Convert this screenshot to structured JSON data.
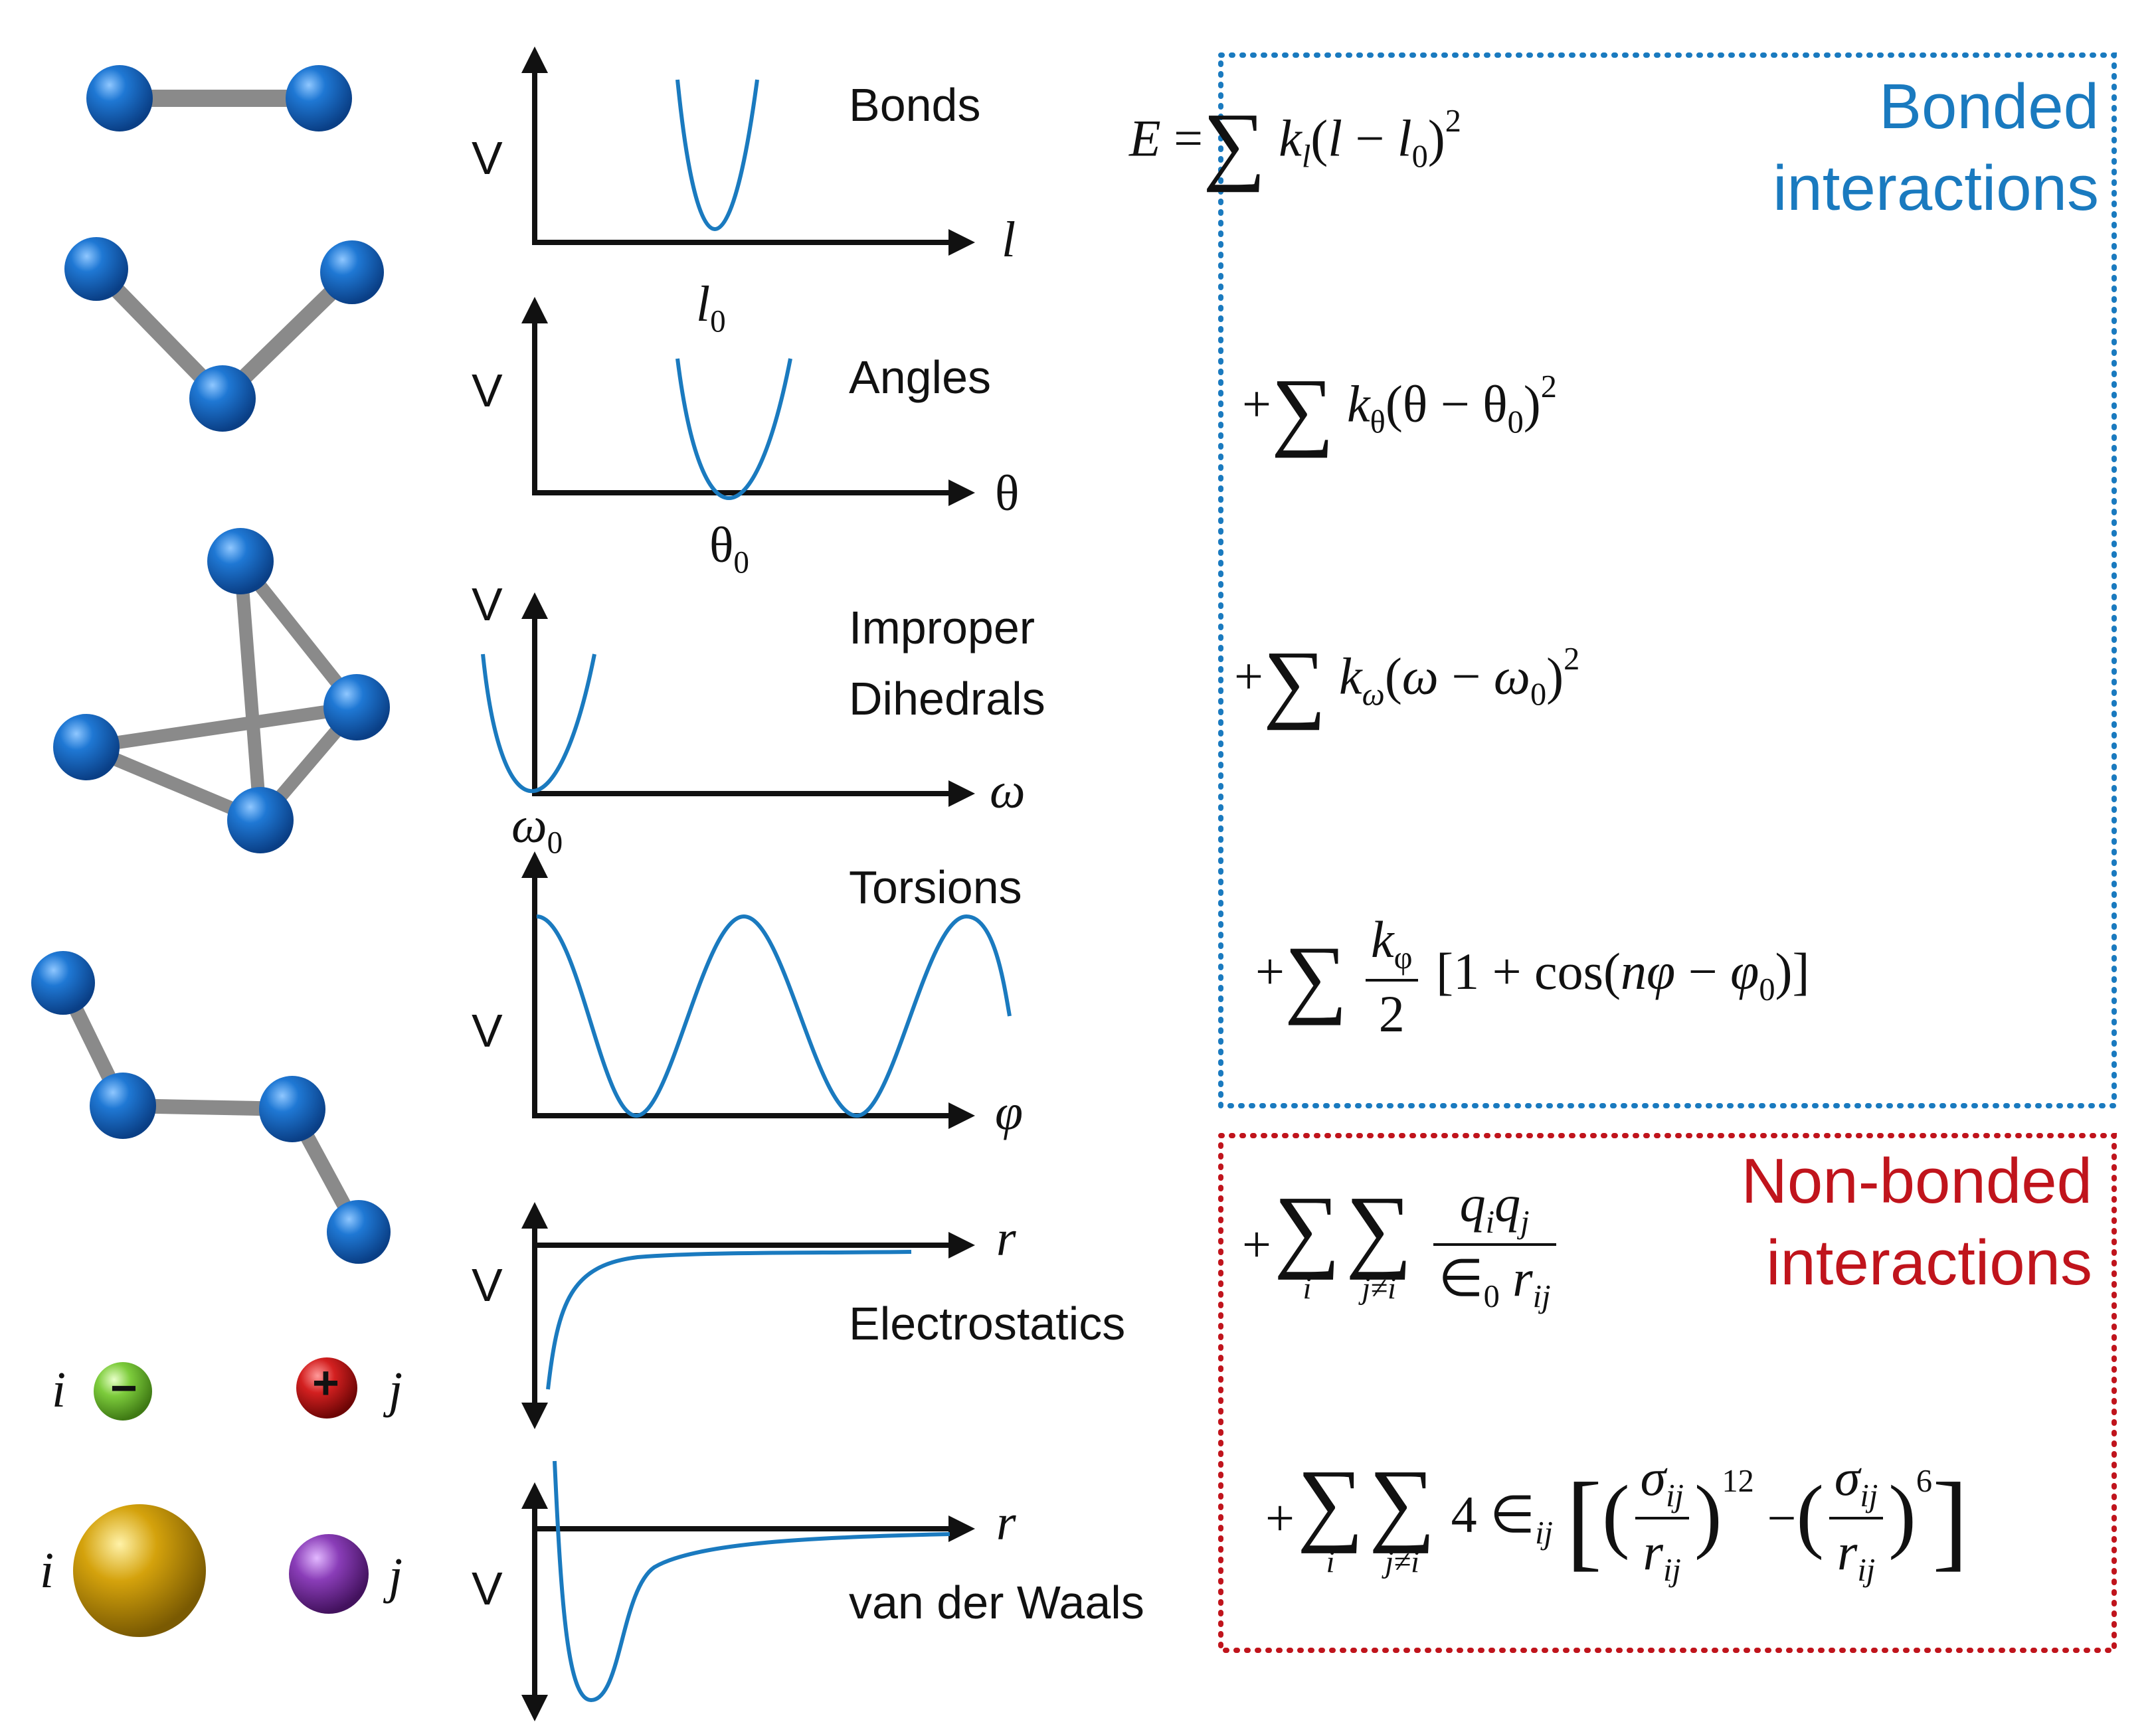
{
  "colors": {
    "bonded": "#1a7abf",
    "nonbonded": "#c0141c",
    "curve": "#1a7abf",
    "atom": "#1565c0",
    "bond": "#8a8a8a",
    "negative_ion": "#7dcc3c",
    "positive_ion": "#d32020",
    "vdw_i": "#d4a20c",
    "vdw_j": "#8a3db8"
  },
  "icons": [
    "atom-sphere",
    "bond-stick",
    "negative-ion",
    "positive-ion"
  ],
  "boxes": {
    "bonded_title_line1": "Bonded",
    "bonded_title_line2": "interactions",
    "nonbonded_title_line1": "Non-bonded",
    "nonbonded_title_line2": "interactions"
  },
  "terms": [
    {
      "name": "Bonds",
      "v": "V",
      "axis": "l",
      "min": "l",
      "min_sub": "0"
    },
    {
      "name": "Angles",
      "v": "V",
      "axis": "θ",
      "min": "θ",
      "min_sub": "0"
    },
    {
      "name_line1": "Improper",
      "name_line2": "Dihedrals",
      "v": "V",
      "axis": "ω",
      "min": "ω",
      "min_sub": "0"
    },
    {
      "name": "Torsions",
      "v": "V",
      "axis": "φ"
    },
    {
      "name": "Electrostatics",
      "v": "V",
      "axis": "r"
    },
    {
      "name": "van der Waals",
      "v": "V",
      "axis": "r"
    }
  ],
  "particles": {
    "elec_i": "i",
    "elec_j": "j",
    "minus": "−",
    "plus": "+",
    "vdw_i": "i",
    "vdw_j": "j"
  },
  "equations": {
    "E": "E",
    "eq": "=",
    "plus": "+",
    "minus": "−",
    "sum": "∑",
    "k": "k",
    "two": "2",
    "zero": "0",
    "i": "i",
    "j_ne_i": "j≠i",
    "bond_sub": "l",
    "bond_var": "l",
    "angle_sub": "θ",
    "angle_var": "θ",
    "improper_sub": "ω",
    "improper_var": "ω",
    "torsion_sub": "φ",
    "torsion_var": "φ",
    "torsion_body": "1 + cos(",
    "n": "n",
    "q": "q",
    "eps": "∈",
    "r": "r",
    "ij": "ij",
    "four": "4",
    "sigma": "σ",
    "exp12": "12",
    "exp6": "6",
    "lparen": "(",
    "rparen": ")",
    "lbrack": "[",
    "rbrack": "]"
  }
}
